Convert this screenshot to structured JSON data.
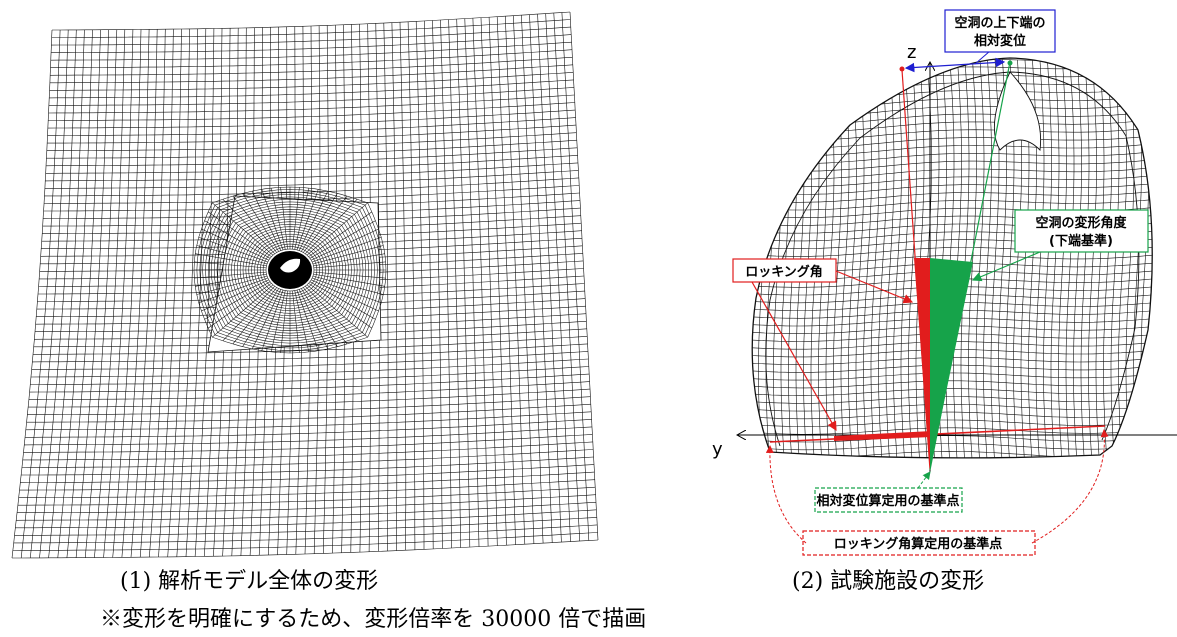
{
  "panel1": {
    "caption": "(1) 解析モデル全体の変形"
  },
  "panel2": {
    "caption": "(2) 試験施設の変形",
    "axis_z": "z",
    "axis_y": "y",
    "labels": {
      "relative_displacement": [
        "空洞の上下端の",
        "相対変位"
      ],
      "deformation_angle": [
        "空洞の変形角度",
        "(下端基準)"
      ],
      "rocking_angle": "ロッキング角",
      "relative_reference_point": "相対変位算定用の基準点",
      "rocking_reference_point": "ロッキング角算定用の基準点"
    },
    "colors": {
      "relative_displacement": "#1f1fd1",
      "deformation_angle": "#16a34a",
      "rocking_angle": "#e11d1d"
    }
  },
  "note": "※変形を明確にするため、変形倍率を 30000 倍で描画"
}
